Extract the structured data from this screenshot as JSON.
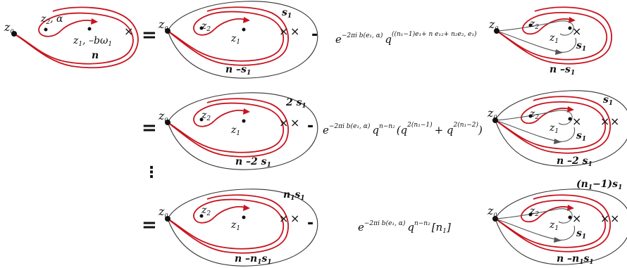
{
  "labels": {
    "z0": "z",
    "z0_sub": "0",
    "z1": "z",
    "z1_sub": "1",
    "z2": "z",
    "z2_sub": "2",
    "alpha_label": ", α",
    "b_omega_label": ", –bω",
    "b_omega_sub": "1",
    "n": "n",
    "s1": "s",
    "s1_sub": "1",
    "cross": "×",
    "equals": "=",
    "minus": "-",
    "vdots": "⋮"
  },
  "rows": [
    {
      "outer_label": "s",
      "outer_label_sub": "1",
      "bottom_label": "n –s",
      "bottom_label_sub": "1",
      "coef_exp": "−2πi b(e₁, α)",
      "coef_q": "q",
      "coef_q_exp": "((n₁−1)e₁+ n e₁₂+ n₂e₂, e₁)",
      "coef_tail": "",
      "right_outer_label": "",
      "right_bottom_label": "n –s",
      "right_bottom_sub": "1",
      "right_s1": "s",
      "right_s1_sub": "1"
    },
    {
      "outer_label": "2 s",
      "outer_label_sub": "1",
      "bottom_label": "n –2 s",
      "bottom_label_sub": "1",
      "coef_exp": "−2πi b(e₁, α)",
      "coef_q": "q",
      "coef_q_exp": "n−n₂",
      "coef_tail": "(q^{2(n₁−1)} + q^{2(n₁−2)})",
      "coef_tail_a": "(q",
      "coef_tail_a_exp": "2(n₁−1)",
      "coef_tail_b": "+ q",
      "coef_tail_b_exp": "2(n₁−2)",
      "coef_tail_c": ")",
      "right_outer_label": "s",
      "right_outer_sub": "1",
      "right_bottom_label": "n –2 s",
      "right_bottom_sub": "1",
      "right_s1": "s",
      "right_s1_sub": "1"
    },
    {
      "outer_label": "n",
      "outer_label_sub": "1",
      "outer_label_after": "s",
      "outer_label_after_sub": "1",
      "bottom_label": "n –n",
      "bottom_label_sub": "1",
      "bottom_label_after": "s",
      "bottom_label_after_sub": "1",
      "coef_exp": "−2πi b(e₁, α)",
      "coef_q": "q",
      "coef_q_exp": "n−n₂",
      "coef_bracket": "[n",
      "coef_bracket_sub": "1",
      "coef_bracket_close": "]",
      "right_outer_label": "(n",
      "right_outer_sub": "1",
      "right_outer_after": "−1)s",
      "right_outer_after_sub": "1",
      "right_bottom_label": "n –n",
      "right_bottom_sub": "1",
      "right_bottom_after": "s",
      "right_bottom_after_sub": "1",
      "right_s1": "s",
      "right_s1_sub": "1"
    }
  ],
  "exp_base": "e"
}
